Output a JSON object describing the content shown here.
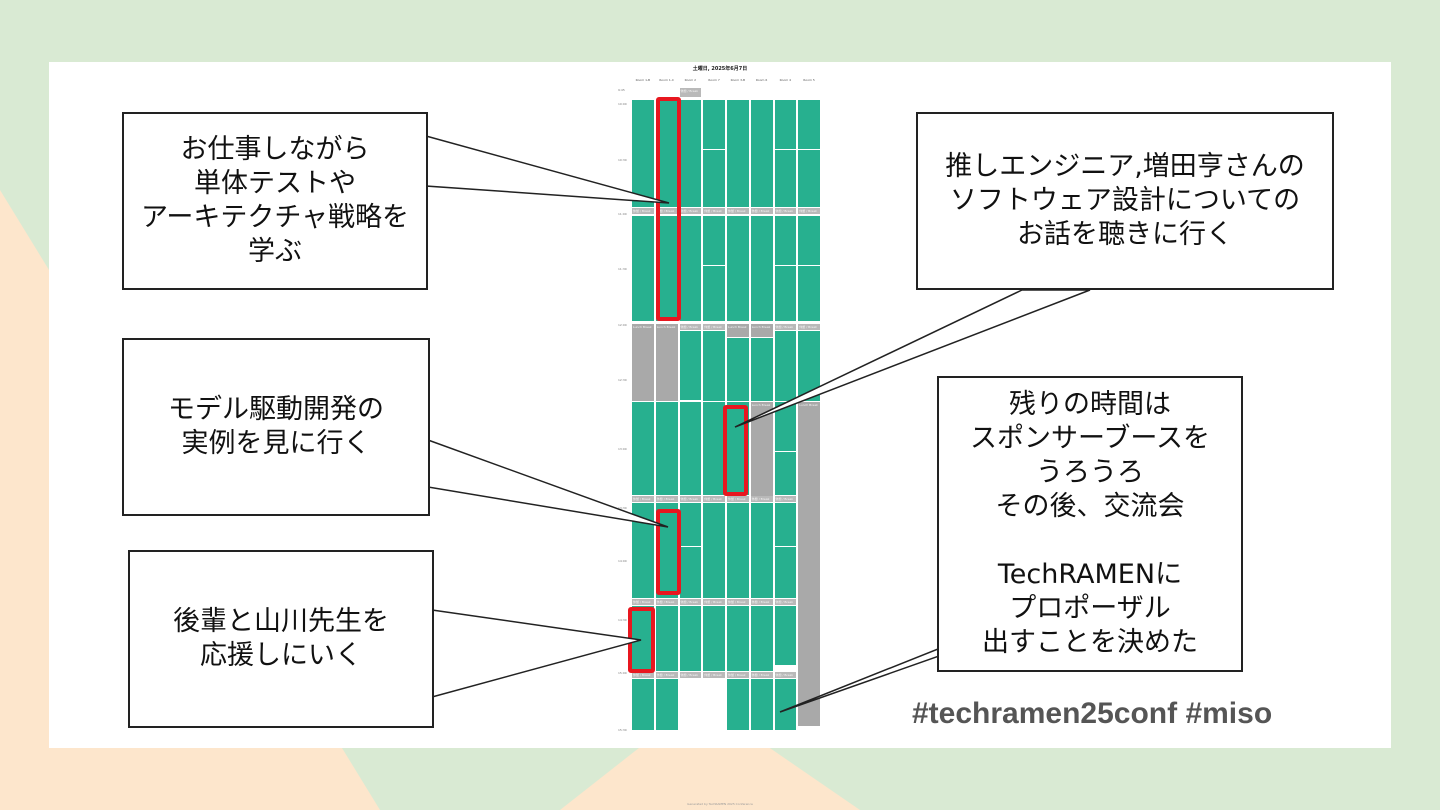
{
  "timetable": {
    "title": "土曜日, 2025年6月7日",
    "rooms": [
      "Room 1-B",
      "Room 1-C",
      "Room 2",
      "Room 7",
      "Room 3-B",
      "Room 6",
      "Room 4",
      "Room 5"
    ],
    "times": [
      "9:45",
      "10:00",
      "10:30",
      "11:00",
      "11:30",
      "12:00",
      "12:30",
      "13:00",
      "13:30",
      "14:00",
      "14:30",
      "15:00",
      "15:30",
      "16:00",
      "16:30",
      "17:00"
    ],
    "break_label": "休憩 / Break",
    "lunch_label": "Lunch Break",
    "footer": "Generated by TechRAMEN 2025 Conference"
  },
  "callouts": [
    {
      "id": "unit-test",
      "text": "お仕事しながら\n単体テストや\nアーキテクチャ戦略を\n学ぶ"
    },
    {
      "id": "masuda",
      "text": "推しエンジニア,増田亨さんの\nソフトウェア設計についての\nお話を聴きに行く"
    },
    {
      "id": "model-driven",
      "text": "モデル駆動開発の\n実例を見に行く"
    },
    {
      "id": "sponsor",
      "text": "残りの時間は\nスポンサーブースを\nうろうろ\nその後、交流会\n\nTechRAMENに\nプロポーザル\n出すことを決めた"
    },
    {
      "id": "kohai",
      "text": "後輩と山川先生を\n応援しにいく"
    }
  ],
  "hashtag": "#techramen25conf #miso",
  "colors": {
    "talk": "#27b08f",
    "break": "#b9b9b9",
    "highlight": "#e8171f",
    "background": "#d9ead3",
    "accent": "#fde6cc"
  }
}
